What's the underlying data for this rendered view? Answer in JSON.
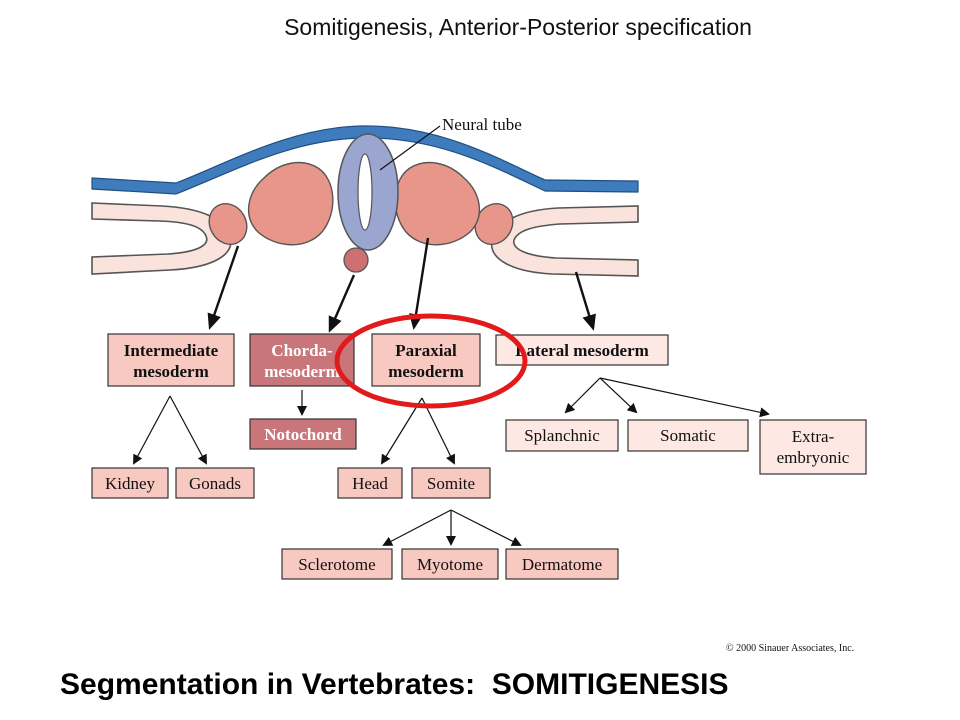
{
  "slide": {
    "title": "Somitigenesis, Anterior-Posterior specification",
    "footer": "Segmentation in Vertebrates:  SOMITIGENESIS",
    "copyright": "© 2000 Sinauer Associates, Inc."
  },
  "figure": {
    "neural_tube_label": "Neural tube",
    "tissue_boxes": {
      "intermediate": [
        "Intermediate",
        "mesoderm"
      ],
      "chorda": [
        "Chorda-",
        "mesoderm"
      ],
      "paraxial": [
        "Paraxial",
        "mesoderm"
      ],
      "lateral": [
        "Lateral mesoderm"
      ]
    },
    "derivatives": {
      "notochord": "Notochord",
      "kidney": "Kidney",
      "gonads": "Gonads",
      "head": "Head",
      "somite": "Somite",
      "sclerotome": "Sclerotome",
      "myotome": "Myotome",
      "dermatome": "Dermatome",
      "splanchnic": "Splanchnic",
      "somatic": "Somatic",
      "extraembryonic": [
        "Extra-",
        "embryonic"
      ]
    }
  },
  "colors": {
    "ectoderm": "#3f7cbe",
    "neural_tube": "#9aa6cf",
    "paraxial_tissue": "#e9968a",
    "notochord_tissue": "#cd7072",
    "lateral_plate": "#fbe3dd",
    "box_fill": "#f8c9c1",
    "box_light": "#fde8e3",
    "chorda_box": "#c9767a",
    "highlight_circle": "#e11b1b"
  }
}
